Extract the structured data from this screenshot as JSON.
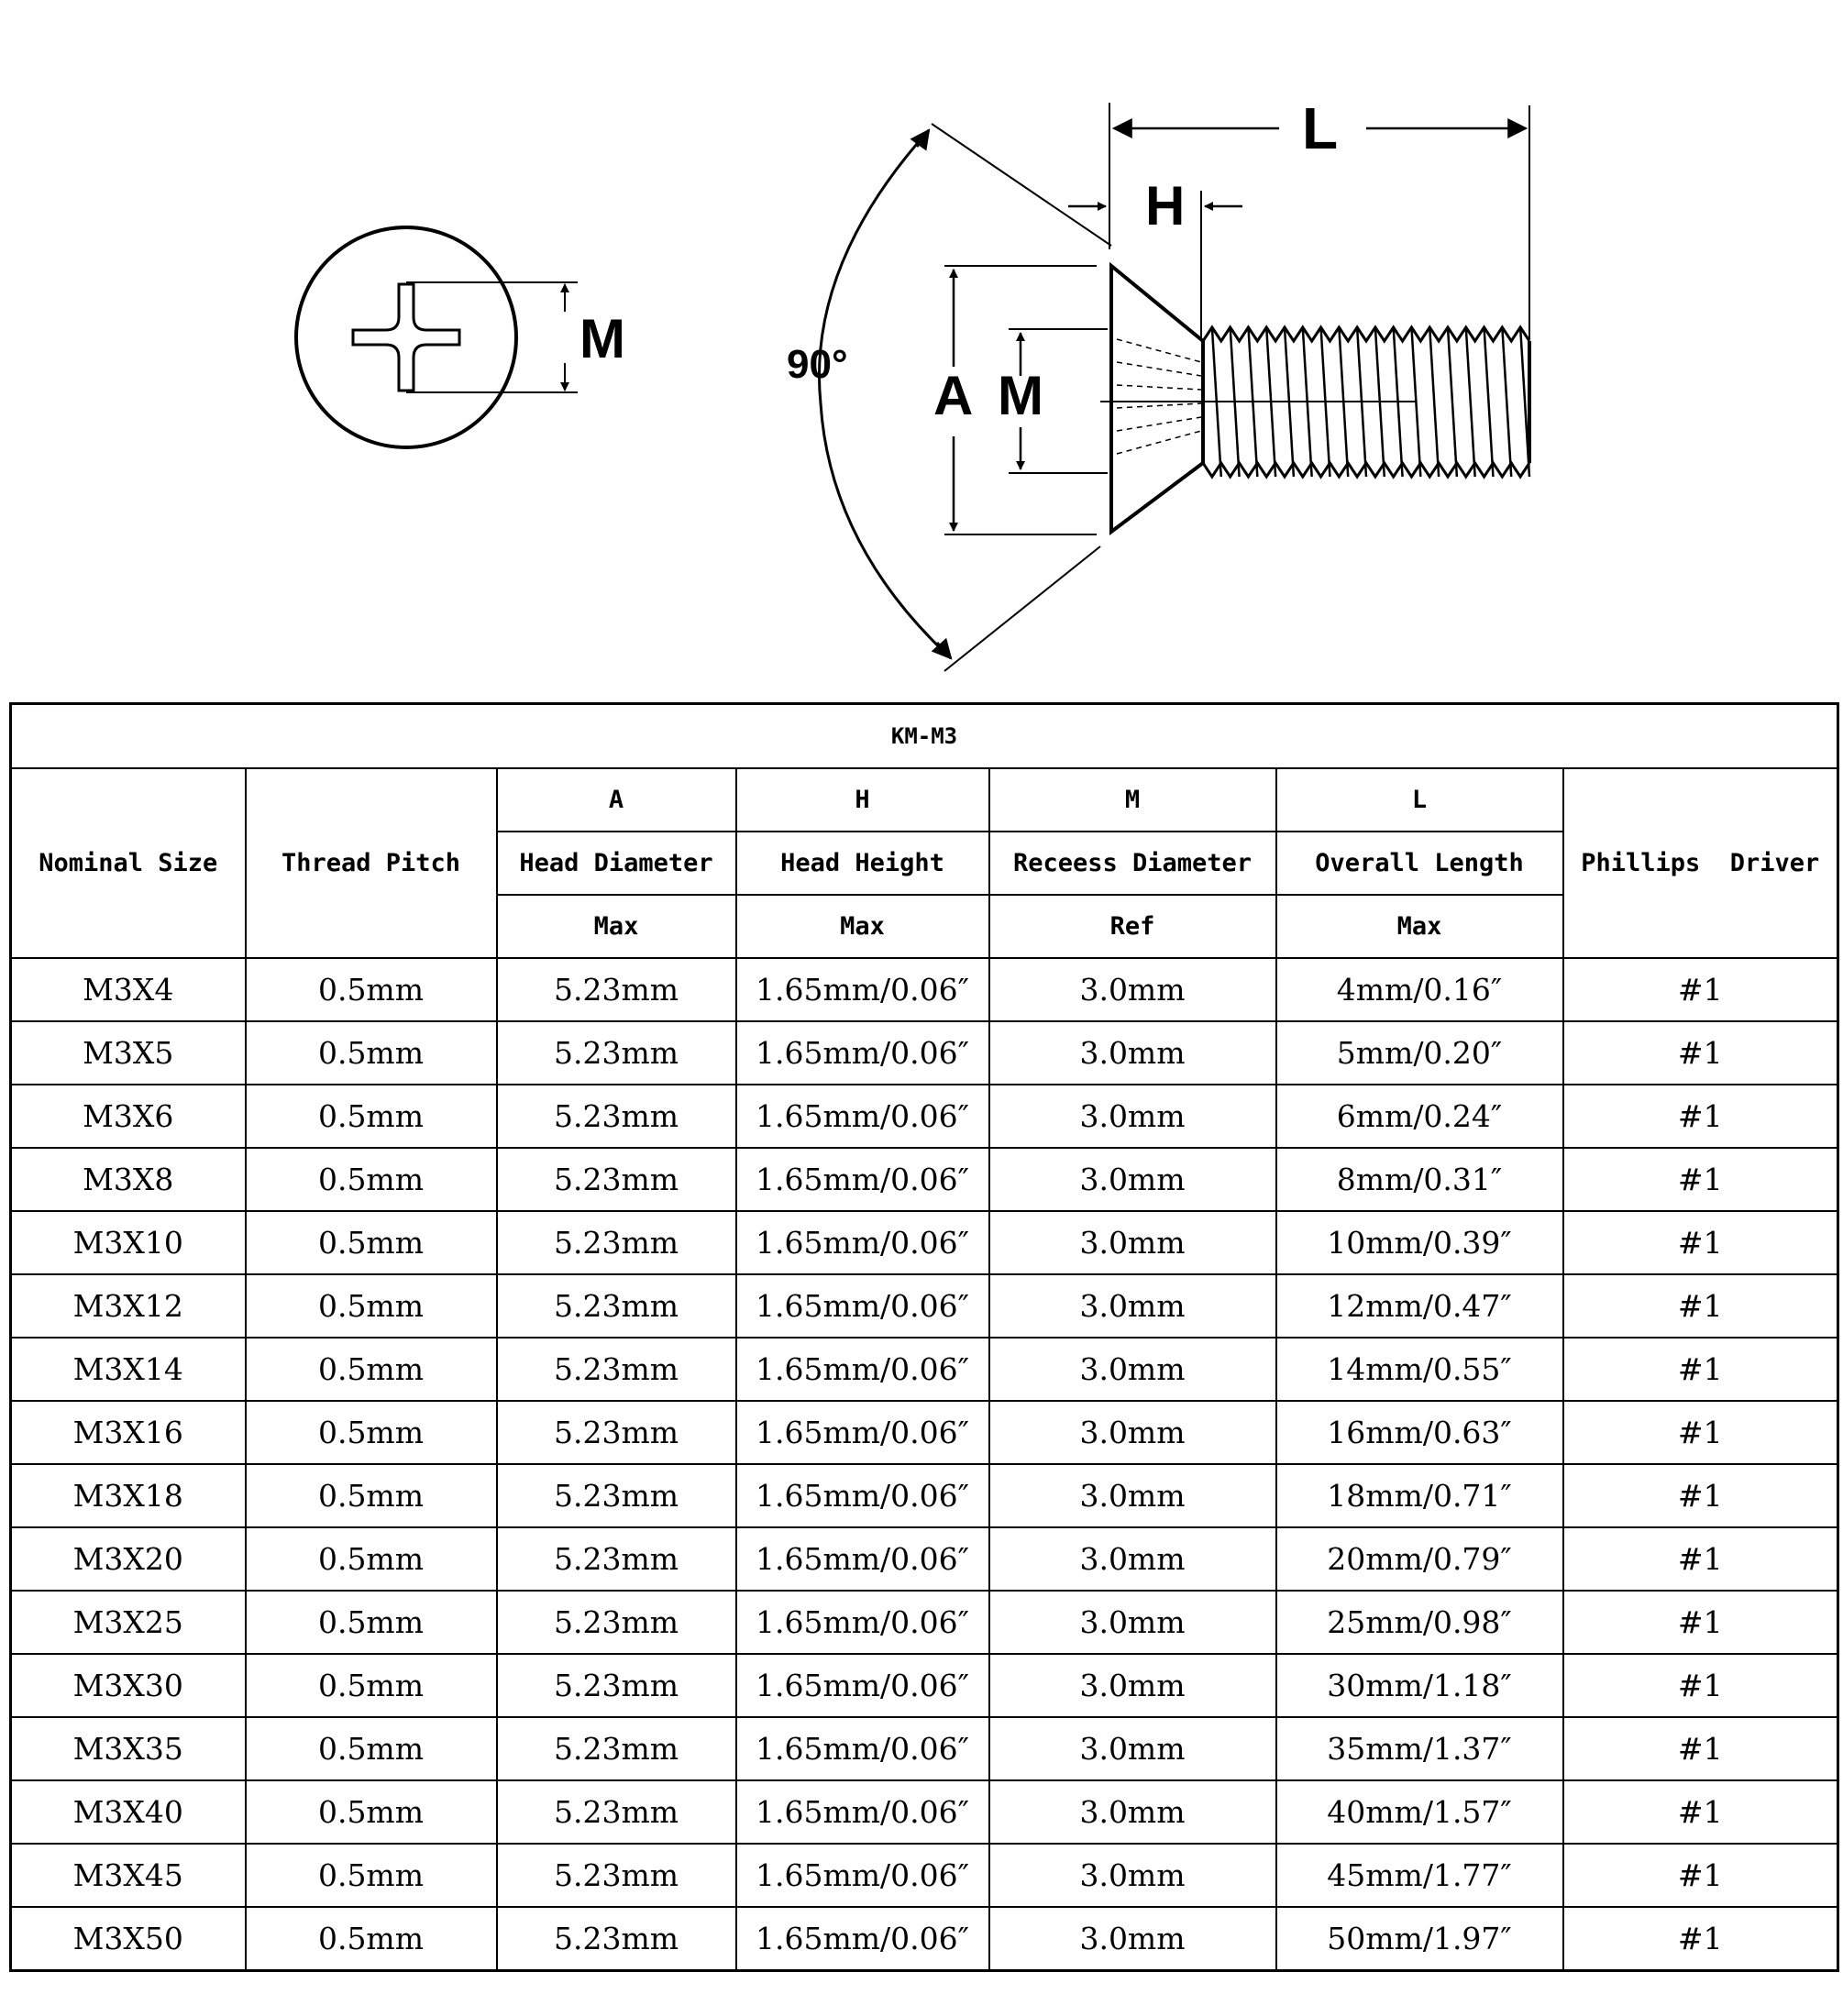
{
  "diagram": {
    "top_view": {
      "dimension_label": "M"
    },
    "side_view": {
      "angle_label": "90°",
      "head_diameter_label": "A",
      "recess_label": "M",
      "head_height_label": "H",
      "length_label": "L"
    }
  },
  "table": {
    "title": "KM-M3",
    "headers": {
      "nominal_size": "Nominal Size",
      "thread_pitch": "Thread Pitch",
      "phillips_driver": "Phillips  Driver",
      "columns": [
        {
          "symbol": "A",
          "name": "Head Diameter",
          "qualifier": "Max"
        },
        {
          "symbol": "H",
          "name": "Head Height",
          "qualifier": "Max"
        },
        {
          "symbol": "M",
          "name": "Receess Diameter",
          "qualifier": "Ref"
        },
        {
          "symbol": "L",
          "name": "Overall Length",
          "qualifier": "Max"
        }
      ]
    },
    "rows": [
      [
        "M3X4",
        "0.5mm",
        "5.23mm",
        "1.65mm/0.06″",
        "3.0mm",
        "4mm/0.16″",
        "#1"
      ],
      [
        "M3X5",
        "0.5mm",
        "5.23mm",
        "1.65mm/0.06″",
        "3.0mm",
        "5mm/0.20″",
        "#1"
      ],
      [
        "M3X6",
        "0.5mm",
        "5.23mm",
        "1.65mm/0.06″",
        "3.0mm",
        "6mm/0.24″",
        "#1"
      ],
      [
        "M3X8",
        "0.5mm",
        "5.23mm",
        "1.65mm/0.06″",
        "3.0mm",
        "8mm/0.31″",
        "#1"
      ],
      [
        "M3X10",
        "0.5mm",
        "5.23mm",
        "1.65mm/0.06″",
        "3.0mm",
        "10mm/0.39″",
        "#1"
      ],
      [
        "M3X12",
        "0.5mm",
        "5.23mm",
        "1.65mm/0.06″",
        "3.0mm",
        "12mm/0.47″",
        "#1"
      ],
      [
        "M3X14",
        "0.5mm",
        "5.23mm",
        "1.65mm/0.06″",
        "3.0mm",
        "14mm/0.55″",
        "#1"
      ],
      [
        "M3X16",
        "0.5mm",
        "5.23mm",
        "1.65mm/0.06″",
        "3.0mm",
        "16mm/0.63″",
        "#1"
      ],
      [
        "M3X18",
        "0.5mm",
        "5.23mm",
        "1.65mm/0.06″",
        "3.0mm",
        "18mm/0.71″",
        "#1"
      ],
      [
        "M3X20",
        "0.5mm",
        "5.23mm",
        "1.65mm/0.06″",
        "3.0mm",
        "20mm/0.79″",
        "#1"
      ],
      [
        "M3X25",
        "0.5mm",
        "5.23mm",
        "1.65mm/0.06″",
        "3.0mm",
        "25mm/0.98″",
        "#1"
      ],
      [
        "M3X30",
        "0.5mm",
        "5.23mm",
        "1.65mm/0.06″",
        "3.0mm",
        "30mm/1.18″",
        "#1"
      ],
      [
        "M3X35",
        "0.5mm",
        "5.23mm",
        "1.65mm/0.06″",
        "3.0mm",
        "35mm/1.37″",
        "#1"
      ],
      [
        "M3X40",
        "0.5mm",
        "5.23mm",
        "1.65mm/0.06″",
        "3.0mm",
        "40mm/1.57″",
        "#1"
      ],
      [
        "M3X45",
        "0.5mm",
        "5.23mm",
        "1.65mm/0.06″",
        "3.0mm",
        "45mm/1.77″",
        "#1"
      ],
      [
        "M3X50",
        "0.5mm",
        "5.23mm",
        "1.65mm/0.06″",
        "3.0mm",
        "50mm/1.97″",
        "#1"
      ]
    ]
  }
}
